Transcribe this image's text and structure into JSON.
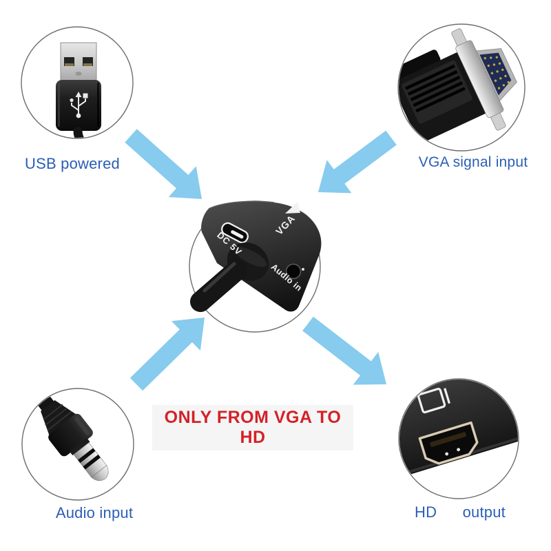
{
  "figure_kind": "adapter-product-annotation",
  "colors": {
    "background": "#ffffff",
    "label_blue": "#2b5eb5",
    "warning_red": "#d42127",
    "arrow_blue": "#87cbee",
    "circle_stroke": "#6e6e6e"
  },
  "callouts": {
    "usb": {
      "label": "USB powered",
      "icon": "usb-a-plug-icon"
    },
    "vga": {
      "label": "VGA signal input",
      "icon": "vga-male-connector-icon"
    },
    "audio": {
      "label": "Audio input",
      "icon": "audio-jack-3-5mm-icon"
    },
    "hd": {
      "label_hd": "HD",
      "label_output": "output",
      "icon": "hdmi-female-port-icon"
    }
  },
  "adapter_close_up": {
    "icon": "vga-to-hdmi-adapter-body-icon",
    "dc_port_label": "DC 5V",
    "audio_port_label": "Audio in",
    "vga_print_label": "VGA"
  },
  "warning_text": "ONLY FROM VGA TO HD"
}
